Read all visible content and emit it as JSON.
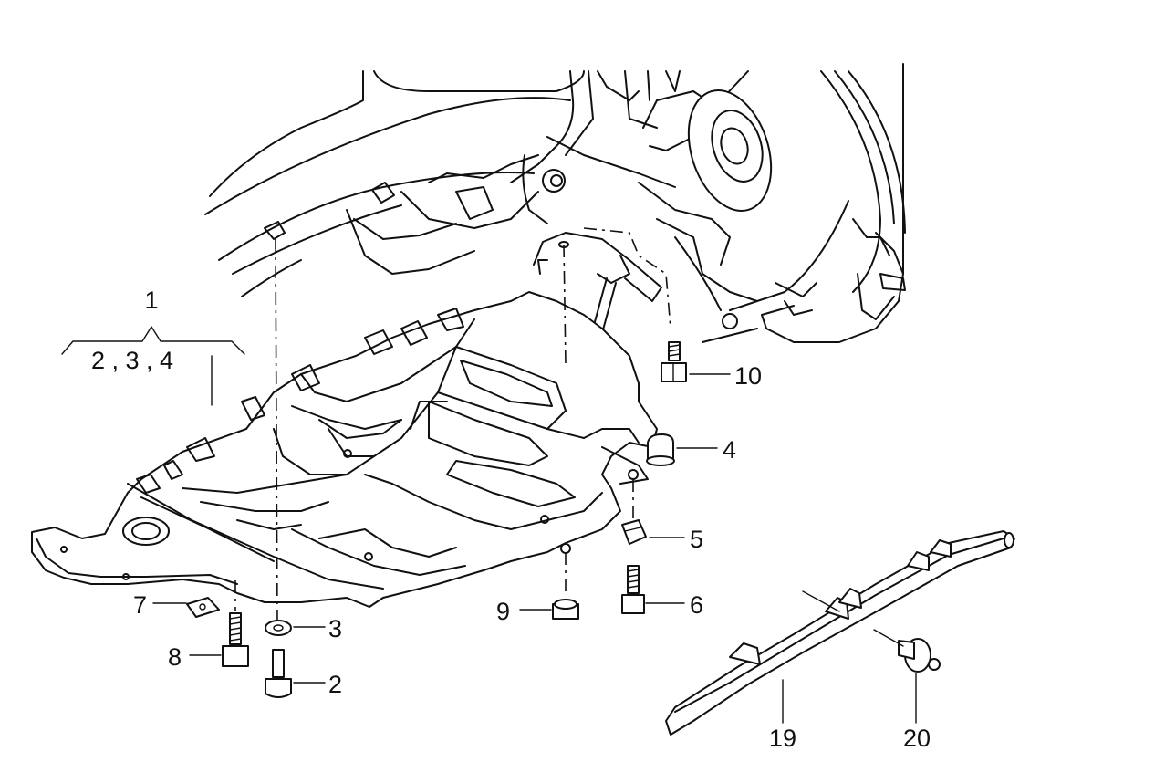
{
  "labels": {
    "group_top": "1",
    "group_bottom": "2 , 3 , 4",
    "p2": "2",
    "p3": "3",
    "p4": "4",
    "p5": "5",
    "p6": "6",
    "p7": "7",
    "p8": "8",
    "p9": "9",
    "p10": "10",
    "p19": "19",
    "p20": "20"
  }
}
